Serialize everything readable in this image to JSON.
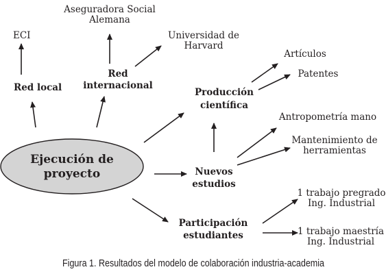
{
  "diagram": {
    "center": {
      "line1": "Ejecución de",
      "line2": "proyecto"
    },
    "nodes": {
      "eci": "ECI",
      "red_local": "Red local",
      "aseguradora_line1": "Aseguradora Social",
      "aseguradora_line2": "Alemana",
      "red_internacional_line1": "Red",
      "red_internacional_line2": "internacional",
      "harvard_line1": "Universidad de",
      "harvard_line2": "Harvard",
      "produccion_line1": "Producción",
      "produccion_line2": "científica",
      "articulos": "Artículos",
      "patentes": "Patentes",
      "nuevos_line1": "Nuevos",
      "nuevos_line2": "estudios",
      "antropometria": "Antropometría mano",
      "mantenimiento_line1": "Mantenimiento de",
      "mantenimiento_line2": "herramientas",
      "participacion_line1": "Participación",
      "participacion_line2": "estudiantes",
      "pregrado_line1": "1 trabajo pregrado",
      "pregrado_line2": "Ing. Industrial",
      "maestria_line1": "1 trabajo maestría",
      "maestria_line2": "Ing. Industrial"
    }
  },
  "caption": "Figura 1. Resultados del modelo de colaboración industria-academia"
}
